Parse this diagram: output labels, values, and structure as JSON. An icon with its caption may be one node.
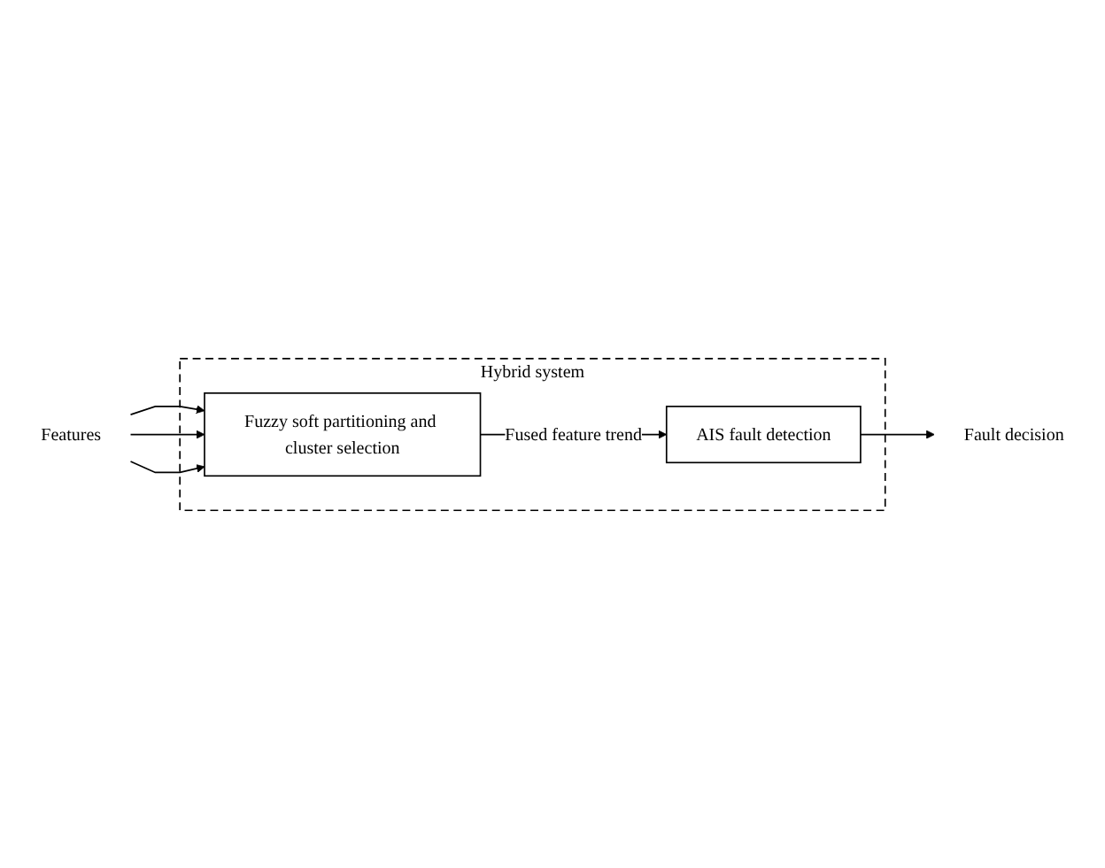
{
  "diagram": {
    "nodes": [
      {
        "text": [
          "Hybrid system"
        ]
      },
      {
        "text": [
          "Features"
        ]
      },
      {
        "text": [
          "Fuzzy soft partitioning and cluster selection"
        ],
        "in": 0
      },
      {
        "text": [
          "AIS fault detection"
        ],
        "in": 0
      },
      {
        "text": [
          "Fault decision"
        ]
      }
    ],
    "edges": [
      {
        "from": 1,
        "to": 2,
        "arrow": "to"
      },
      {
        "from": 1,
        "to": 2,
        "arrow": "to"
      },
      {
        "from": 1,
        "to": 2,
        "arrow": "to"
      },
      {
        "from": 2,
        "to": 3,
        "label": "Fused feature trend",
        "arrow": "to"
      },
      {
        "from": 3,
        "to": 4,
        "arrow": "to"
      }
    ]
  }
}
